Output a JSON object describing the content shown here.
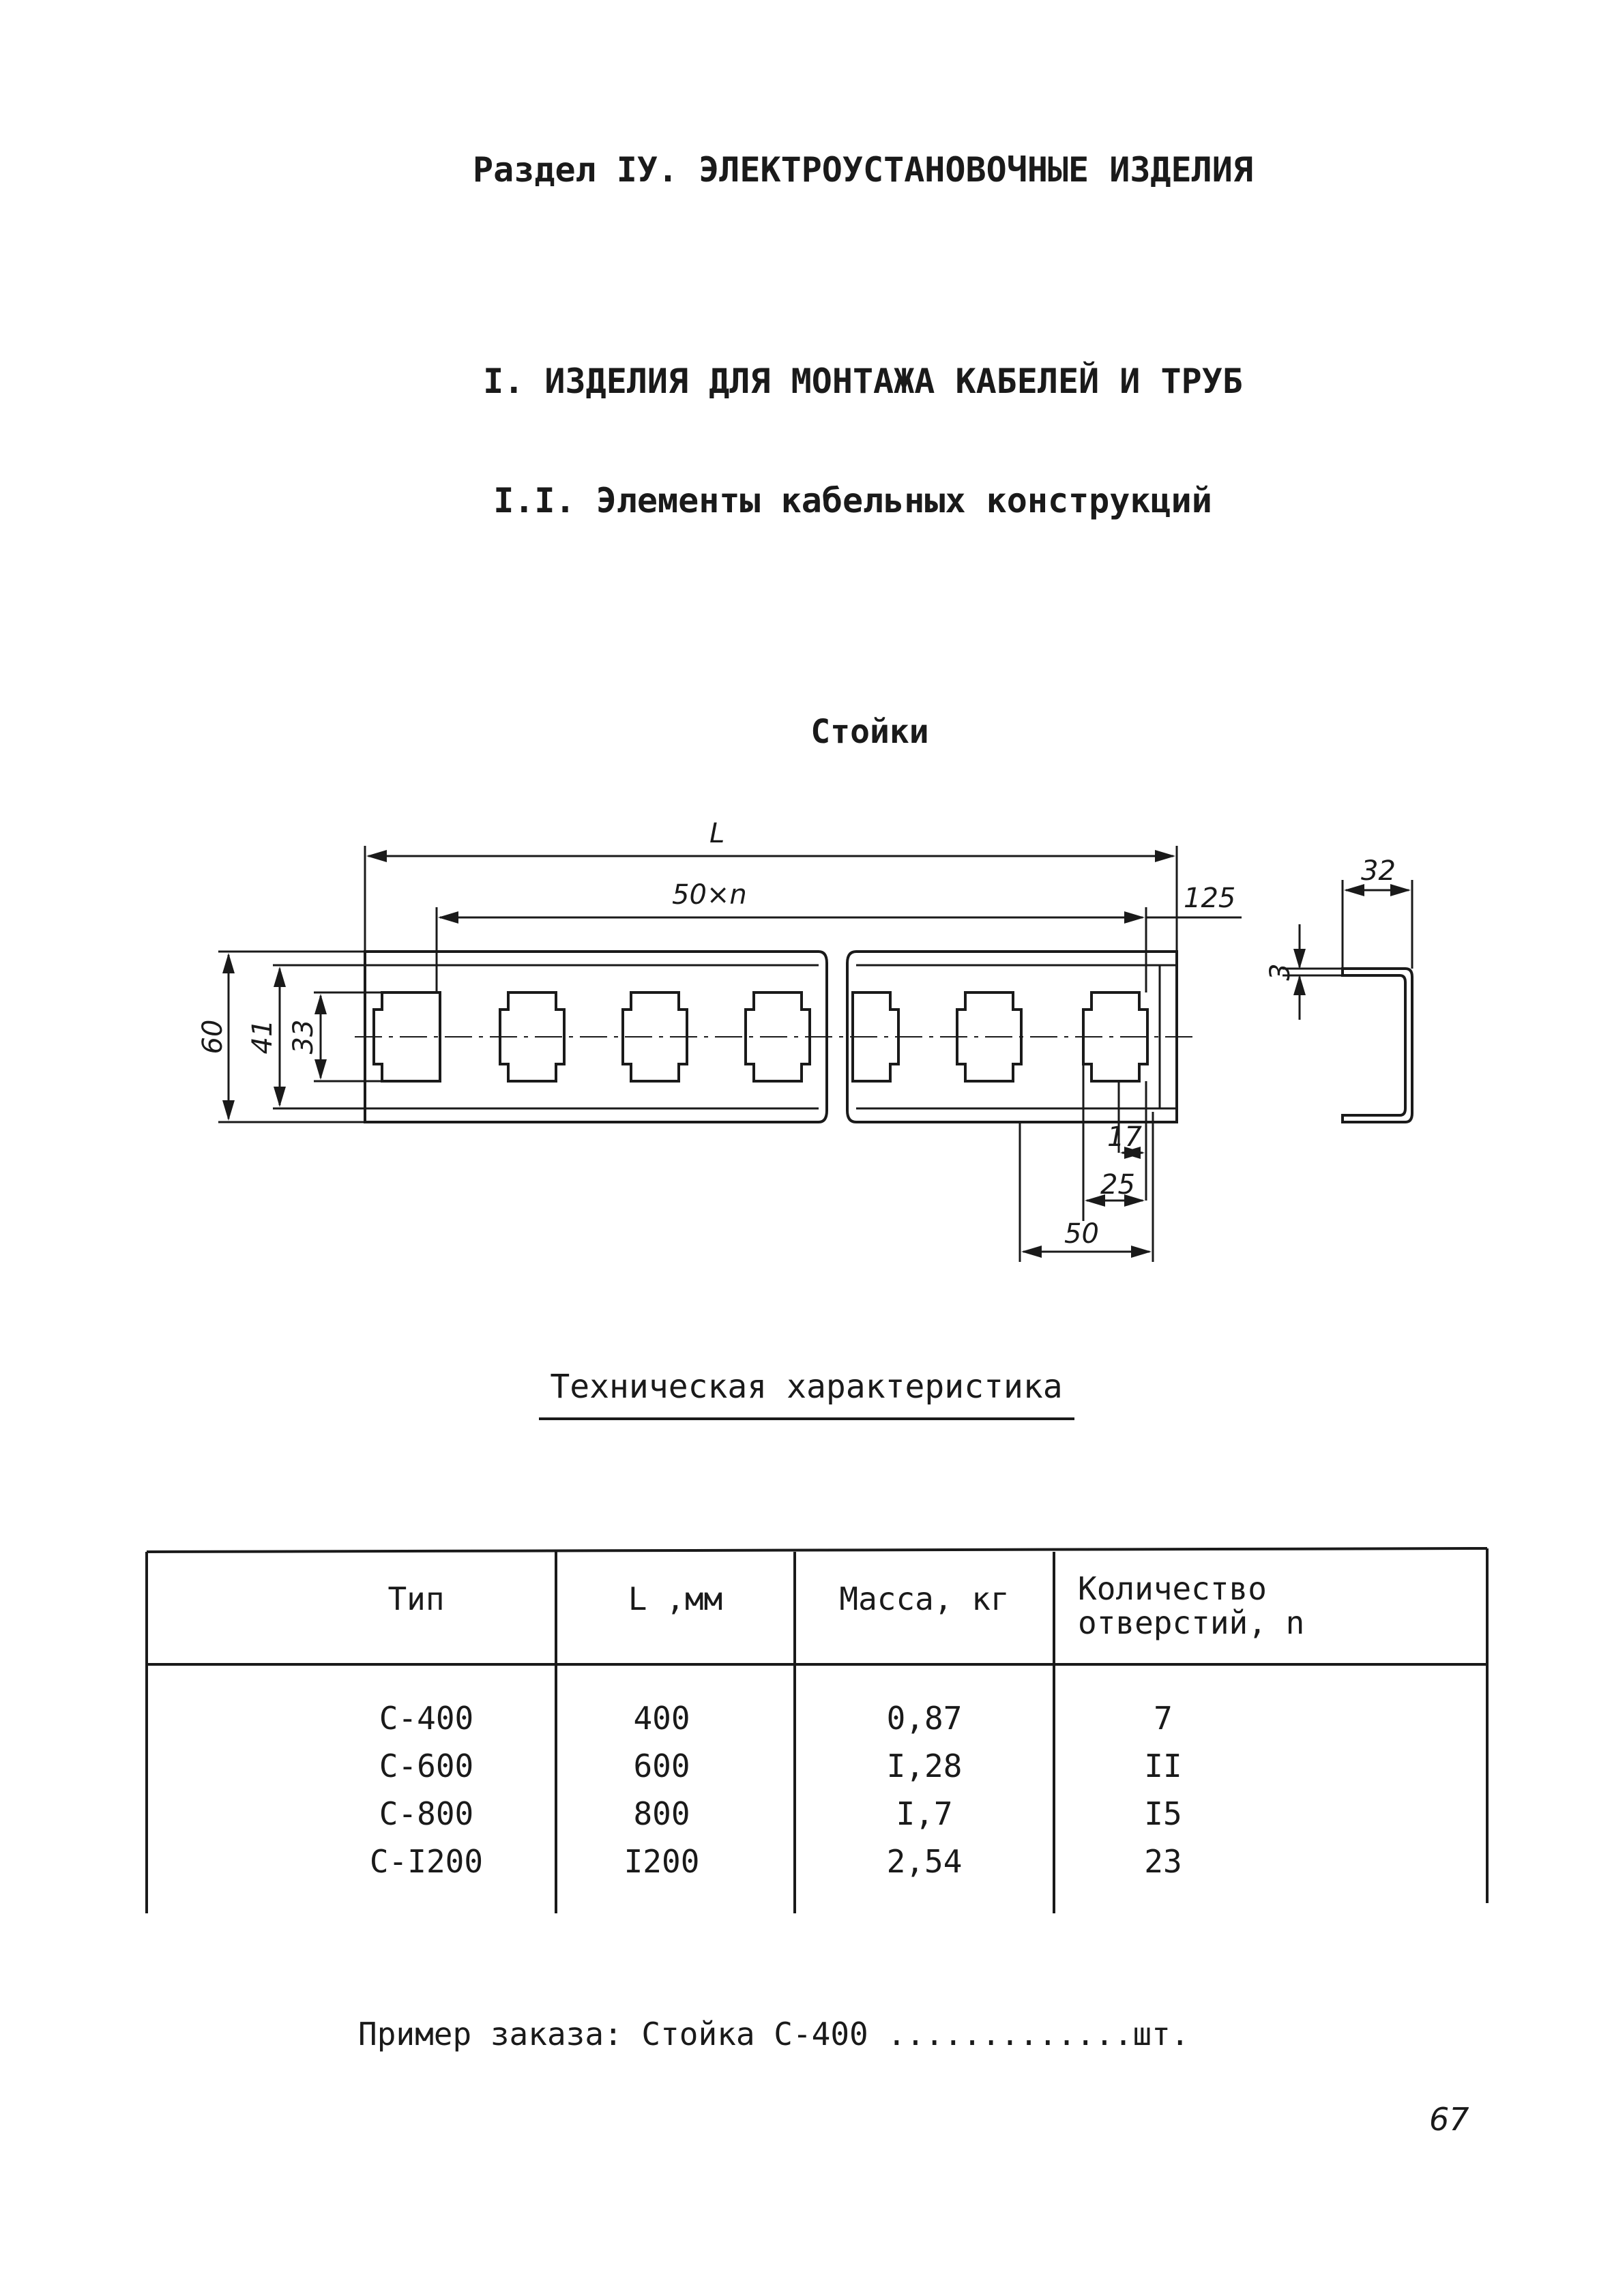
{
  "header": {
    "section_title": "Раздел IУ. ЭЛЕКТРОУСТАНОВОЧНЫЕ ИЗДЕЛИЯ",
    "chapter_title": "I. ИЗДЕЛИЯ ДЛЯ МОНТАЖА КАБЕЛЕЙ И ТРУБ",
    "subsection_title": "I.I. Элементы кабельных конструкций"
  },
  "drawing": {
    "title": "Стойки",
    "dimensions": {
      "length": "L",
      "pitch": "50×n",
      "end_offset": "125",
      "height_total": "60",
      "height_inner": "41",
      "hole_height": "33",
      "offset_17": "17",
      "offset_25": "25",
      "offset_50": "50",
      "profile_width": "32",
      "thickness": "3"
    }
  },
  "table": {
    "title": "Техническая характеристика",
    "headers": {
      "type": "Тип",
      "length": "L ,мм",
      "mass": "Масса, кг",
      "holes_line1": "Количество",
      "holes_line2": "отверстий, n"
    },
    "rows": [
      {
        "type": "С-400",
        "length": "400",
        "mass": "0,87",
        "holes": "7"
      },
      {
        "type": "С-600",
        "length": "600",
        "mass": "I,28",
        "holes": "II"
      },
      {
        "type": "С-800",
        "length": "800",
        "mass": "I,7",
        "holes": "I5"
      },
      {
        "type": "С-I200",
        "length": "I200",
        "mass": "2,54",
        "holes": "23"
      }
    ]
  },
  "footer": {
    "order_example": "Пример заказа: Стойка С-400 .............шт.",
    "page_number": "67"
  }
}
